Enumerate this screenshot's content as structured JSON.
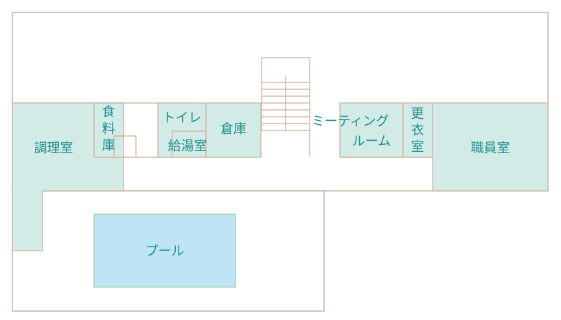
{
  "rooms": {
    "kitchen": "調理室",
    "food_storage": [
      "食",
      "料",
      "庫"
    ],
    "toilet": "トイレ",
    "kettle_room": "給湯室",
    "warehouse": "倉庫",
    "meeting_room": [
      "ミーティング",
      "ルーム"
    ],
    "changing_room": [
      "更",
      "衣",
      "室"
    ],
    "staff_room": "職員室",
    "pool": "プール"
  },
  "colors": {
    "room_fill": "#d3ebe6",
    "pool_fill": "#bfe4f6",
    "wall_stroke": "#cdb8a3",
    "label_text": "#1e8f92"
  }
}
